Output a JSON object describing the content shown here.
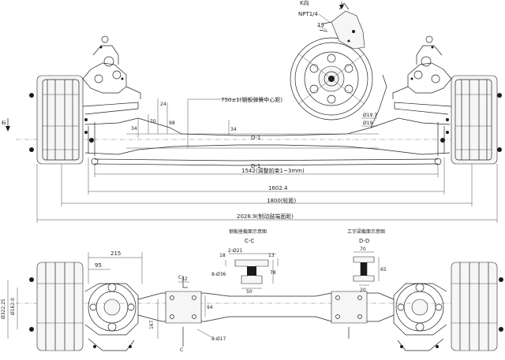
{
  "top_view": {
    "k_label": "K向",
    "npt_label": "NPT1/4",
    "d19_label": "19",
    "dim_750": "750±1(钢板弹簧中心距)",
    "dim_24": "24",
    "dim_70": "70",
    "dim_98": "98",
    "dim_34a": "34",
    "dim_34b": "34",
    "dim_phi197": "Ø19.7",
    "dim_phi19": "Ø19",
    "section_d1_a": "D-1",
    "section_d1_b": "D-1",
    "dim_1542": "1542(调整前束1~3mm)",
    "dim_1602": "1602.4",
    "dim_1800": "1800(轮距)",
    "dim_2028": "2028.9(制动鼓端面距)",
    "arrow_k": "K",
    "side_label": "标"
  },
  "section_cc": {
    "title": "钢板座截面示意图",
    "name": "C-C",
    "d_2phi21": "2-Ø21",
    "d_8phi36": "8-Ø36",
    "d_18": "18",
    "d_13": "13",
    "d_78": "78",
    "d_50": "50"
  },
  "section_dd": {
    "title": "工字梁截面示意图",
    "name": "D-D",
    "d_70": "70",
    "d_20": "20",
    "d_65": "65"
  },
  "bottom_view": {
    "dim_215": "215",
    "dim_95": "95",
    "dim_phi32225": "Ø322.25",
    "dim_phi1620": "Ø162.0",
    "dim_c_top": "C",
    "dim_32": "32",
    "dim_94": "94",
    "dim_167": "167",
    "dim_c_bottom": "C",
    "dim_8phi17": "8-Ø17"
  }
}
